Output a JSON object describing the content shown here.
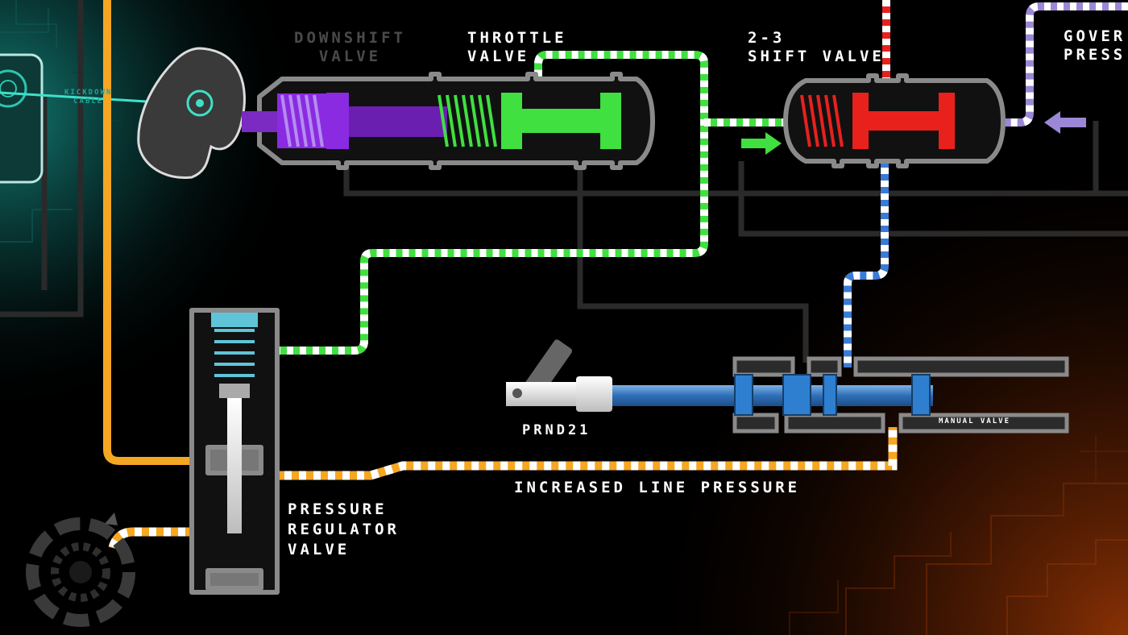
{
  "labels": {
    "downshift_valve": [
      "DOWNSHIFT",
      "VALVE"
    ],
    "throttle_valve": [
      "THROTTLE",
      "VALVE"
    ],
    "shift_valve_23": [
      "2-3",
      "SHIFT VALVE"
    ],
    "governor_pressure": [
      "GOVER",
      "PRESS"
    ],
    "kickdown_cable": [
      "KICKDOWN",
      "CABLE"
    ],
    "prnd21": "PRND21",
    "manual_valve": "MANUAL VALVE",
    "increased_line_pressure": "INCREASED LINE PRESSURE",
    "pressure_regulator_valve": [
      "PRESSURE",
      "REGULATOR",
      "VALVE"
    ]
  },
  "colors": {
    "background": "#000000",
    "housing": "#8a8a8a",
    "line_pressure": "#f5a623",
    "throttle_pressure": "#3fe03f",
    "shift_valve": "#e8211d",
    "manual_valve_output": "#3a7bd5",
    "governor_pressure": "#9b87d6",
    "downshift_valve": "#8a2be2",
    "regulator_spring": "#5fc4d8",
    "kickdown_teal": "#2ec4b0",
    "circuit_glow_warm": "#a23a05"
  },
  "icons": {
    "throttle_cam": "cam-icon",
    "pump": "pump-gear-icon",
    "governor_arrow": "arrow-left-icon",
    "throttle_arrow": "arrow-right-icon"
  }
}
